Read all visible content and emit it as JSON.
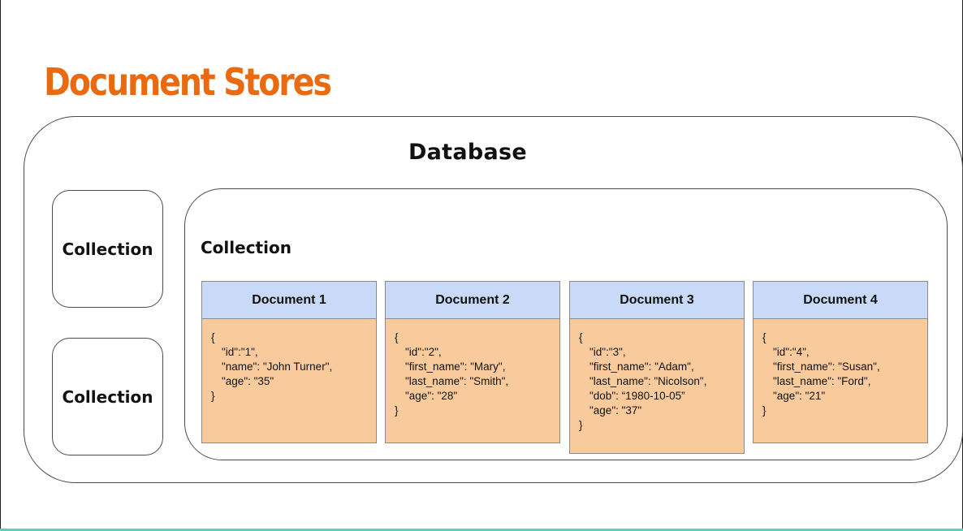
{
  "slide": {
    "title": "Document Stores"
  },
  "database": {
    "label": "Database",
    "collections": [
      {
        "label": "Collection"
      },
      {
        "label": "Collection"
      }
    ],
    "main_collection": {
      "label": "Collection",
      "documents": [
        {
          "title": "Document 1",
          "open": "{",
          "lines": [
            "\"id\":\"1\",",
            "\"name\": \"John Turner\",",
            "\"age\": \"35\""
          ],
          "close": "}"
        },
        {
          "title": "Document 2",
          "open": "{",
          "lines": [
            "\"id\":\"2\",",
            "\"first_name\": \"Mary\",",
            "\"last_name\": \"Smith\",",
            "\"age\": \"28\""
          ],
          "close": "}"
        },
        {
          "title": "Document 3",
          "open": "{",
          "lines": [
            "\"id\":\"3\",",
            "\"first_name\": \"Adam\",",
            "\"last_name\": \"Nicolson\",",
            "\"dob\": “1980-10-05”",
            "\"age\": \"37\""
          ],
          "close": "}"
        },
        {
          "title": "Document 4",
          "open": "{",
          "lines": [
            "\"id\":\"4\",",
            "\"first_name\": \"Susan\",",
            "\"last_name\": \"Ford\",",
            "\"age\": \"21\""
          ],
          "close": "}"
        }
      ]
    }
  },
  "colors": {
    "title": "#ea6a12",
    "document_header": "#c9daf8",
    "document_body": "#f9cb9c",
    "bottom_bar": "#5fd0b8"
  }
}
